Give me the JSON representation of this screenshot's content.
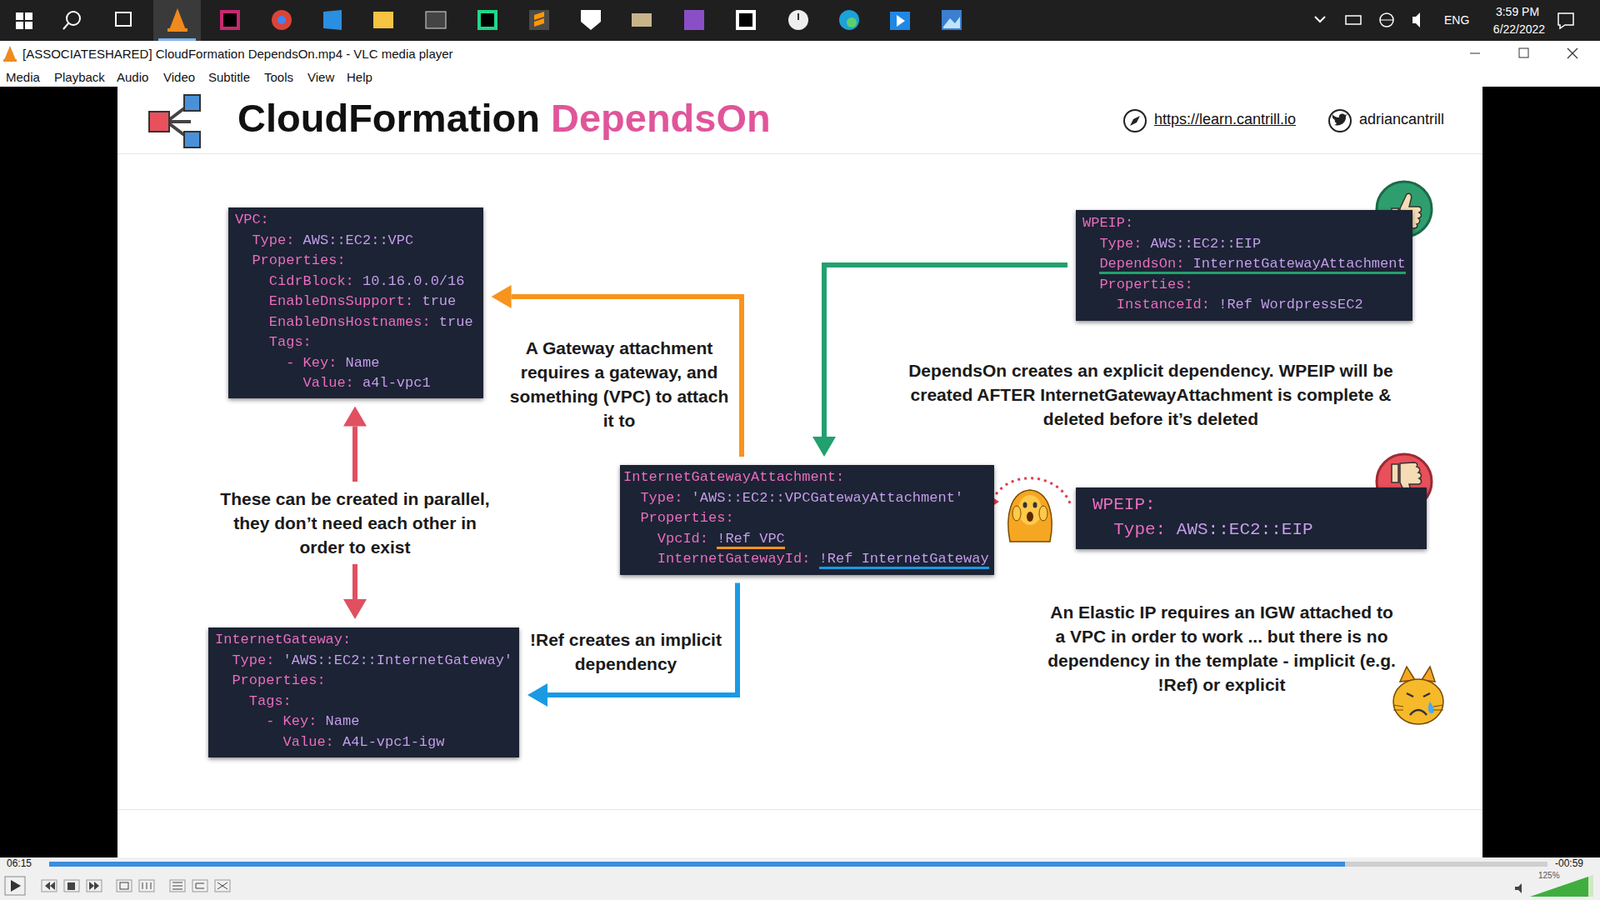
{
  "diagram": {
    "title": "CloudFormation DependsOn",
    "nodes": [
      {
        "text": [
          "VPC:",
          "Type: AWS::EC2::VPC",
          "Properties:",
          "CidrBlock: 10.16.0.0/16",
          "EnableDnsSupport: true",
          "EnableDnsHostnames: true",
          "Tags:",
          "- Key: Name",
          "Value: a4l-vpc1"
        ]
      },
      {
        "text": [
          "InternetGateway:",
          "Type: 'AWS::EC2::InternetGateway'",
          "Properties:",
          "Tags:",
          "- Key: Name",
          "Value: A4L-vpc1-igw"
        ]
      },
      {
        "text": [
          "InternetGatewayAttachment:",
          "Type: 'AWS::EC2::VPCGatewayAttachment'",
          "Properties:",
          "VpcId: !Ref VPC",
          "InternetGatewayId: !Ref InternetGateway"
        ]
      },
      {
        "text": [
          "WPEIP:",
          "Type: AWS::EC2::EIP",
          "DependsOn: InternetGatewayAttachment",
          "Properties:",
          "InstanceId: !Ref WordpressEC2"
        ]
      },
      {
        "text": [
          "WPEIP:",
          "Type: AWS::EC2::EIP"
        ]
      }
    ],
    "edges": [
      {
        "from": 2,
        "to": 0,
        "arrow": "to",
        "label": "A Gateway attachment requires a gateway, and something (VPC) to attach it to"
      },
      {
        "from": 2,
        "to": 1,
        "arrow": "to",
        "label": "!Ref creates an implicit dependency"
      },
      {
        "from": 3,
        "to": 2,
        "arrow": "to",
        "label": "DependsOn creates an explicit dependency. WPEIP will be created AFTER InternetGatewayAttachment is complete & deleted before it’s deleted"
      },
      {
        "from": 0,
        "to": 1,
        "arrow": "both",
        "label": "These can be created in parallel, they don’t need each other in order to exist"
      }
    ],
    "labels": [
      "3:59 PM",
      "6/22/2022",
      "ENG",
      "[ASSOCIATESHARED] CloudFormation DependsOn.mp4 - VLC media player",
      "Media",
      "Playback",
      "Audio",
      "Video",
      "Subtitle",
      "Tools",
      "View",
      "Help",
      "https://learn.cantrill.io",
      "adriancantrill",
      "An Elastic IP requires an IGW attached to a VPC in order to work ... but there is no dependency in the template - implicit (e.g. !Ref) or explicit",
      "06:15",
      "-00:59",
      "125%"
    ]
  }
}
